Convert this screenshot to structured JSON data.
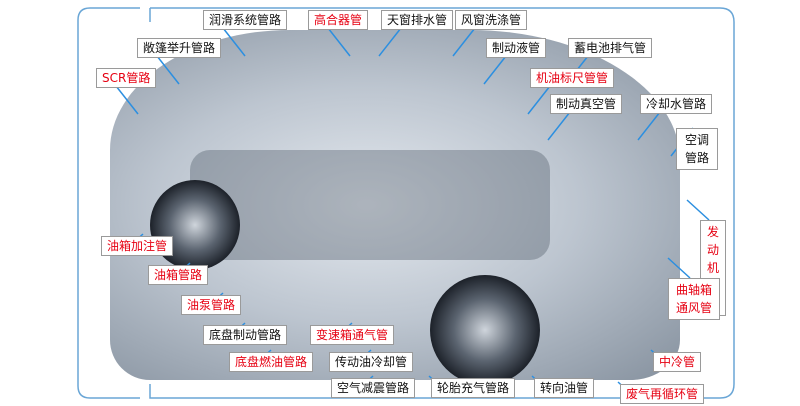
{
  "colors": {
    "normal_label": "#111111",
    "highlight_label": "#e60012",
    "frame_line": "#6aa6d6",
    "leader_line": "#2c8fe0"
  },
  "labels": [
    {
      "text": "润滑系统管路",
      "red": false
    },
    {
      "text": "高合器管",
      "red": true
    },
    {
      "text": "天窗排水管",
      "red": false
    },
    {
      "text": "风窗洗涤管",
      "red": false
    },
    {
      "text": "敞篷举升管路",
      "red": false
    },
    {
      "text": "制动液管",
      "red": false
    },
    {
      "text": "蓄电池排气管",
      "red": false
    },
    {
      "text": "SCR管路",
      "red": true
    },
    {
      "text": "机油标尺管管",
      "red": true
    },
    {
      "text": "制动真空管",
      "red": false
    },
    {
      "text": "冷却水管路",
      "red": false
    },
    {
      "text": "空调管路",
      "red": false
    },
    {
      "text": "油箱加注管",
      "red": true
    },
    {
      "text": "发动机油管",
      "red": true
    },
    {
      "text": "油箱管路",
      "red": true
    },
    {
      "text": "油泵管路",
      "red": true
    },
    {
      "text": "曲轴箱通风管",
      "red": true
    },
    {
      "text": "底盘制动管路",
      "red": false
    },
    {
      "text": "变速箱通气管",
      "red": true
    },
    {
      "text": "底盘燃油管路",
      "red": true
    },
    {
      "text": "传动油冷却管",
      "red": false
    },
    {
      "text": "中冷管",
      "red": true
    },
    {
      "text": "空气减震管路",
      "red": false
    },
    {
      "text": "轮胎充气管路",
      "red": false
    },
    {
      "text": "转向油管",
      "red": false
    },
    {
      "text": "废气再循环管",
      "red": true
    }
  ]
}
